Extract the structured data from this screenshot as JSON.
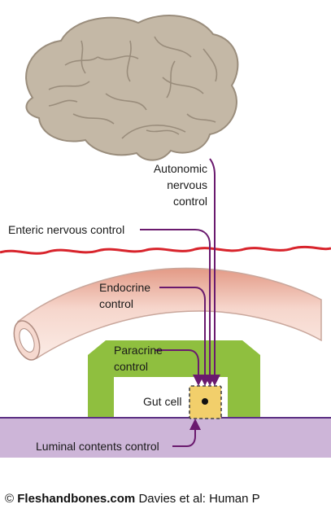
{
  "labels": {
    "autonomic": [
      "Autonomic",
      "nervous",
      "control"
    ],
    "enteric": "Enteric nervous control",
    "endocrine": [
      "Endocrine",
      "control"
    ],
    "paracrine": [
      "Paracrine",
      "control"
    ],
    "gut_cell": "Gut cell",
    "luminal": "Luminal contents control"
  },
  "footer": {
    "symbol": "©",
    "brand": "Fleshandbones.com",
    "credit": "Davies et al: Human P"
  },
  "colors": {
    "brain": "#c4b8a6",
    "brain_outline": "#9a8d7c",
    "pathway": "#6a1a6e",
    "red_line": "#d8242c",
    "vessel": "#f2cbbf",
    "green": "#8fbf3f",
    "lumen": "#cdb5d8",
    "cell": "#f2cf6b"
  }
}
